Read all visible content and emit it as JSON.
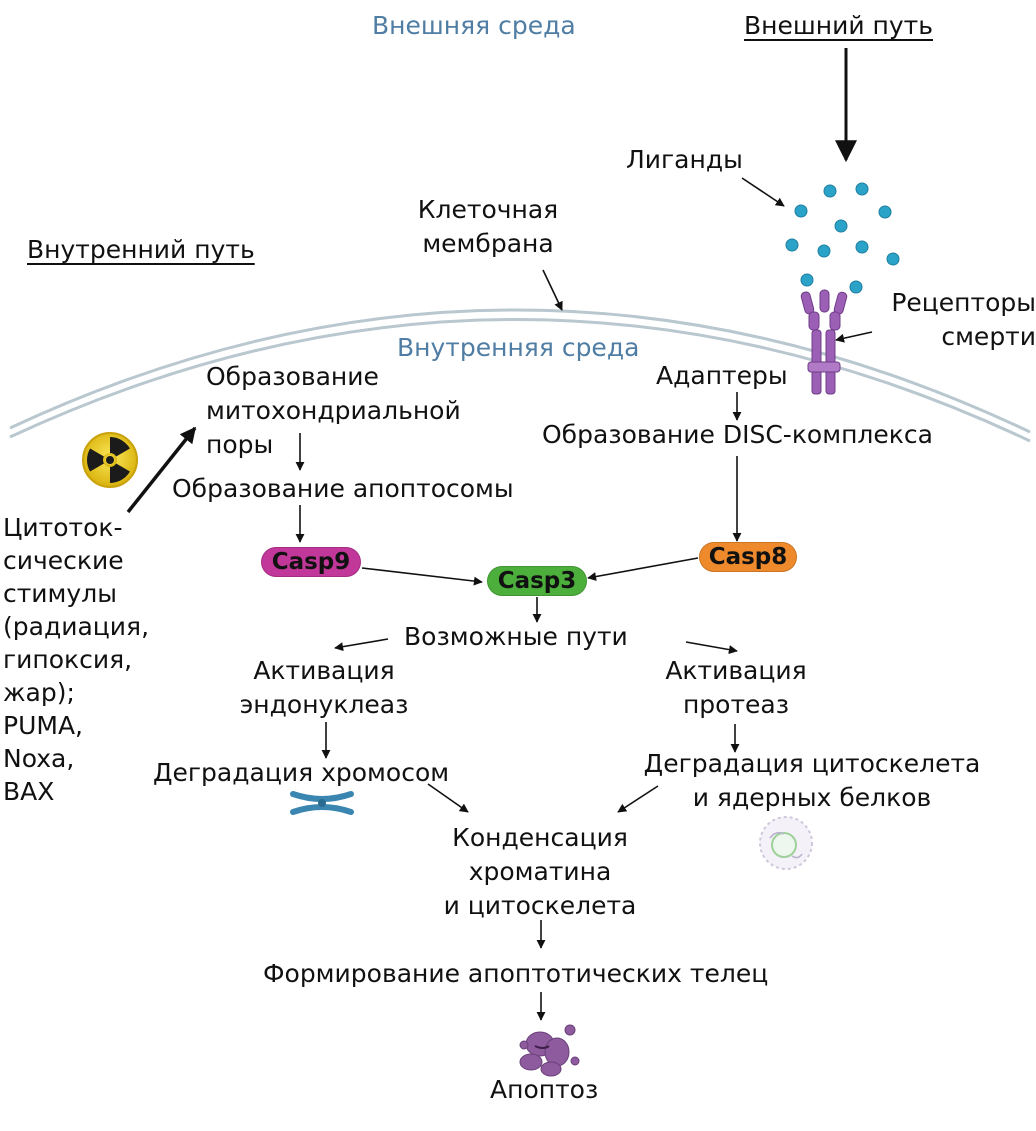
{
  "regions": {
    "outer": "Внешняя среда",
    "inner": "Внутренняя среда"
  },
  "pathways": {
    "extrinsic": "Внешний путь",
    "intrinsic": "Внутренний путь"
  },
  "labels": {
    "ligands": "Лиганды",
    "membrane": [
      "Клеточная",
      "мембрана"
    ],
    "death_receptors": [
      "Рецепторы",
      "смерти"
    ],
    "adapters": "Адаптеры",
    "disc": "Образование DISC-комплекса",
    "mito_pore": [
      "Образование",
      "митохондриальной",
      "поры"
    ],
    "apoptosome": "Образование апоптосомы",
    "stimuli": [
      "Цитоток-",
      "сические",
      "стимулы",
      "(радиация,",
      "гипоксия,",
      "жар);",
      "PUMA,",
      "Noxa,",
      "BAX"
    ],
    "possible_paths": "Возможные пути",
    "endonuclease": [
      "Активация",
      "эндонуклеаз"
    ],
    "protease": [
      "Активация",
      "протеаз"
    ],
    "chromosome_degradation": "Деградация хромосом",
    "cytoskeleton_degradation": [
      "Деградация цитоскелета",
      "и ядерных белков"
    ],
    "condensation": [
      "Конденсация",
      "хроматина",
      "и цитоскелета"
    ],
    "apoptotic_bodies": "Формирование апоптотических телец",
    "apoptosis": "Апоптоз"
  },
  "caspases": {
    "casp9": {
      "label": "Casp9",
      "color": "#c2379a"
    },
    "casp3": {
      "label": "Casp3",
      "color": "#4caf3c"
    },
    "casp8": {
      "label": "Casp8",
      "color": "#ee8a2c"
    }
  },
  "colors": {
    "region_text": "#4f7da3",
    "ligand": "#2ba3c9",
    "receptor": "#9b5fb5",
    "membrane": "#b9c7cf",
    "hazard_yellow": "#f2d21c",
    "chromosome": "#3a86b0",
    "apoptotic_body": "#8e5c9e"
  },
  "icons": [
    "radiation-icon",
    "chromosome-icon",
    "cell-icon",
    "apoptotic-body-icon",
    "death-receptor-icon"
  ]
}
